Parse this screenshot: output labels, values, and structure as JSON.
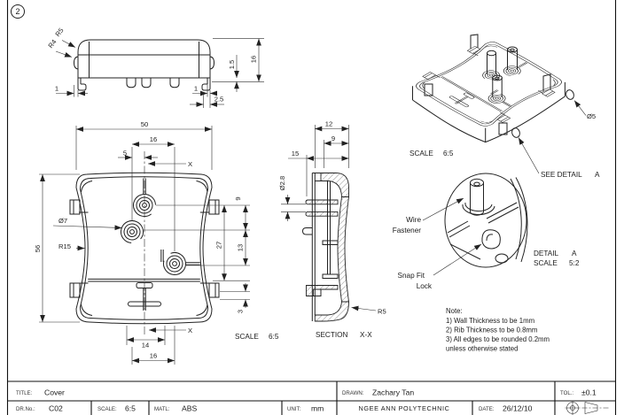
{
  "page": {
    "number": "2"
  },
  "side_view": {
    "r5": "R5",
    "r4": "R4",
    "left_1": "1",
    "right_1": "1",
    "foot_25": "2.5",
    "lip_15": "1.5",
    "height_16": "16"
  },
  "plan_view": {
    "width_50": "50",
    "pitch_16_top": "16",
    "offset_5": "5",
    "section_x_top": "X",
    "height_56": "56",
    "dia_7": "Ø7",
    "radius_15": "R15",
    "pitch_9": "9",
    "pitch_13": "13",
    "pitch_27": "27",
    "gap_3": "3",
    "pitch_14": "14",
    "pitch_16_bottom": "16",
    "section_x_bottom": "X",
    "scale_label": "SCALE",
    "scale_value": "6:5"
  },
  "section_view": {
    "depth_12": "12",
    "depth_9": "9",
    "depth_15": "15",
    "dia_28": "Ø2.8",
    "radius_5": "R5",
    "label": "SECTION",
    "ref": "X-X"
  },
  "iso_view": {
    "scale_label": "SCALE",
    "scale_value": "6:5",
    "dia_5": "Ø5",
    "see_detail": "SEE DETAIL",
    "detail_ref": "A"
  },
  "detail_view": {
    "wire_1": "Wire",
    "wire_2": "Fastener",
    "snap_1": "Snap Fit",
    "snap_2": "Lock",
    "title": "DETAIL",
    "ref": "A",
    "scale_label": "SCALE",
    "scale_value": "5:2"
  },
  "notes": {
    "heading": "Note:",
    "line_1": "1) Wall Thickness to be 1mm",
    "line_2": "2) Rib Thickness to be 0.8mm",
    "line_3": "3) All edges to be rounded 0.2mm",
    "line_4": "unless otherwise stated"
  },
  "title_block": {
    "title_label": "TITLE:",
    "title": "Cover",
    "drawn_label": "DRAWN:",
    "drawn": "Zachary Tan",
    "tol_label": "TOL.:",
    "tol": "±0.1",
    "drno_label": "DR.No.:",
    "drno": "C02",
    "scale_label": "SCALE:",
    "scale": "6:5",
    "matl_label": "MATL:",
    "matl": "ABS",
    "unit_label": "UNIT:",
    "unit": "mm",
    "org": "NGEE ANN POLYTECHNIC",
    "date_label": "DATE:",
    "date": "26/12/10"
  },
  "colors": {
    "line": "#222222",
    "background": "#ffffff"
  }
}
